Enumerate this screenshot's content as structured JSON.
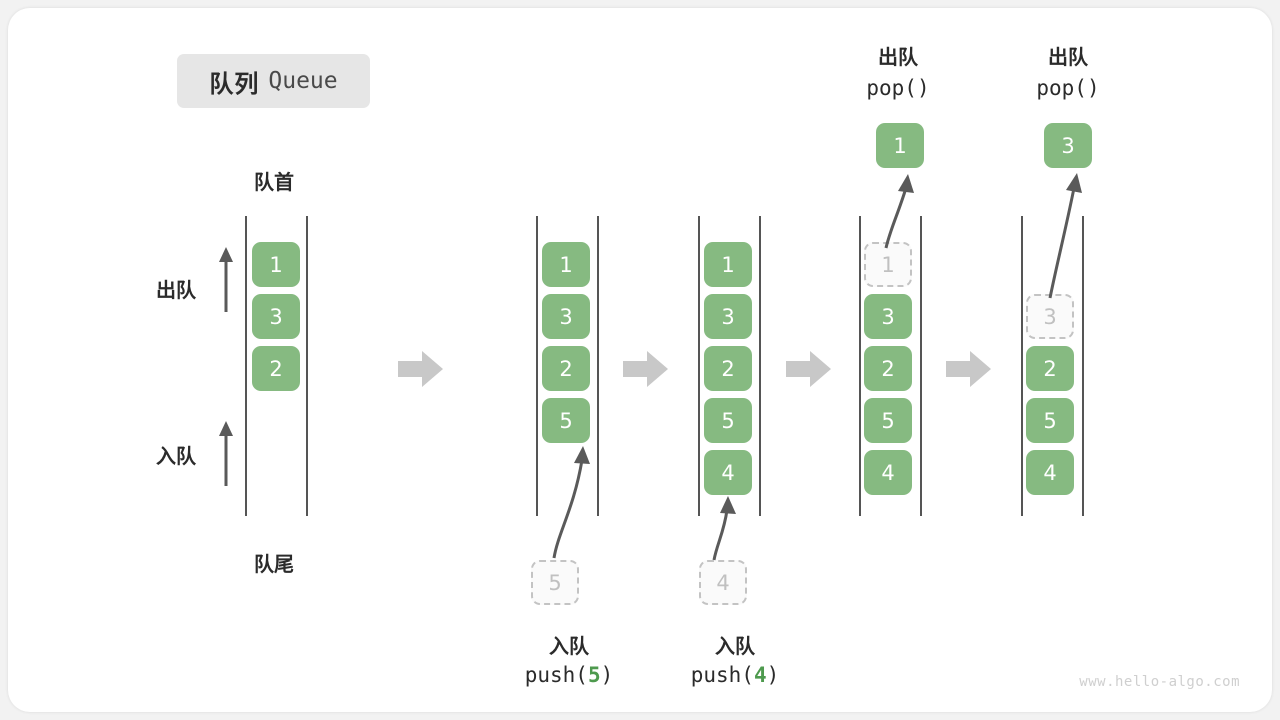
{
  "title": {
    "cn": "队列",
    "en": "Queue"
  },
  "labels": {
    "head": "队首",
    "tail": "队尾",
    "dequeue": "出队",
    "enqueue": "入队"
  },
  "watermark": "www.hello-algo.com",
  "colors": {
    "box_fill": "#86ba81",
    "box_text": "#ffffff",
    "ghost_fill": "#fafafa",
    "ghost_border": "#c3c3c3",
    "ghost_text": "#c0c0c0",
    "rail": "#555555",
    "chevron": "#c8c8c8",
    "accent_green": "#4e9a4e",
    "badge_bg": "#e6e6e6"
  },
  "steps": [
    {
      "id": "initial",
      "items": [
        "1",
        "3",
        "2"
      ],
      "ghost": null,
      "op_cn": null,
      "op_code": null,
      "popped": null
    },
    {
      "id": "push-5",
      "items": [
        "1",
        "3",
        "2",
        "5"
      ],
      "ghost": {
        "value": "5",
        "position": "below"
      },
      "op_cn": "入队",
      "op_code_prefix": "push(",
      "op_code_value": "5",
      "op_code_suffix": ")",
      "popped": null
    },
    {
      "id": "push-4",
      "items": [
        "1",
        "3",
        "2",
        "5",
        "4"
      ],
      "ghost": {
        "value": "4",
        "position": "below"
      },
      "op_cn": "入队",
      "op_code_prefix": "push(",
      "op_code_value": "4",
      "op_code_suffix": ")",
      "popped": null
    },
    {
      "id": "pop-1",
      "items": [
        "3",
        "2",
        "5",
        "4"
      ],
      "ghost": {
        "value": "1",
        "position": "head"
      },
      "op_cn": "出队",
      "op_code_prefix": "pop(",
      "op_code_value": "",
      "op_code_suffix": ")",
      "popped": "1"
    },
    {
      "id": "pop-3",
      "items": [
        "2",
        "5",
        "4"
      ],
      "ghost": {
        "value": "3",
        "position": "head"
      },
      "op_cn": "出队",
      "op_code_prefix": "pop(",
      "op_code_value": "",
      "op_code_suffix": ")",
      "popped": "3"
    }
  ]
}
